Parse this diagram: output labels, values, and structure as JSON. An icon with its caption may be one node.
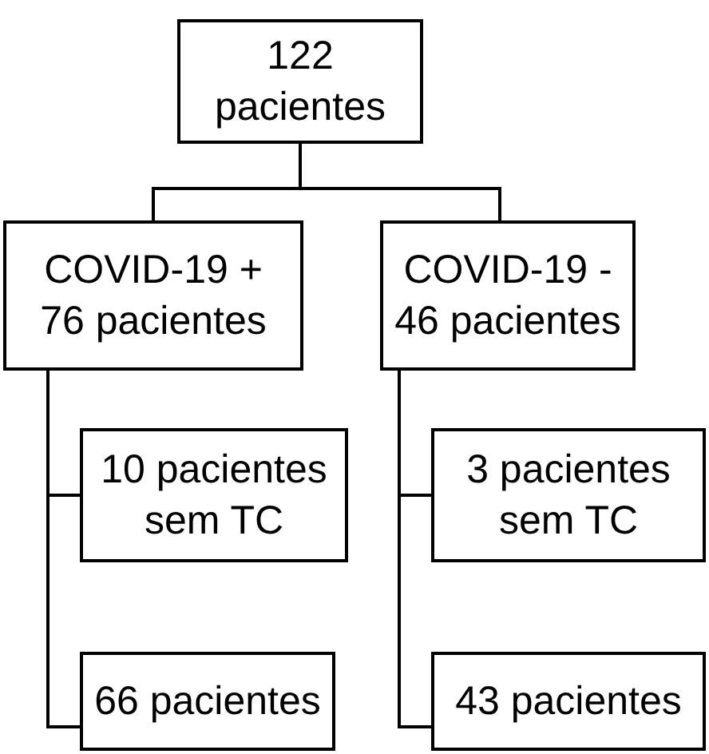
{
  "diagram": {
    "nodes": [
      {
        "text": [
          "122 pacientes"
        ]
      },
      {
        "text": [
          "COVID-19 + 76 pacientes"
        ]
      },
      {
        "text": [
          "COVID-19 - 46 pacientes"
        ]
      },
      {
        "text": [
          "10 pacientes sem TC"
        ]
      },
      {
        "text": [
          "66 pacientes"
        ]
      },
      {
        "text": [
          "3 pacientes sem TC"
        ]
      },
      {
        "text": [
          "43 pacientes"
        ]
      }
    ],
    "edges": [
      {
        "from": 0,
        "to": 1,
        "arrow": "none"
      },
      {
        "from": 0,
        "to": 2,
        "arrow": "none"
      },
      {
        "from": 1,
        "to": 3,
        "arrow": "none"
      },
      {
        "from": 1,
        "to": 4,
        "arrow": "none"
      },
      {
        "from": 2,
        "to": 5,
        "arrow": "none"
      },
      {
        "from": 2,
        "to": 6,
        "arrow": "none"
      }
    ]
  }
}
